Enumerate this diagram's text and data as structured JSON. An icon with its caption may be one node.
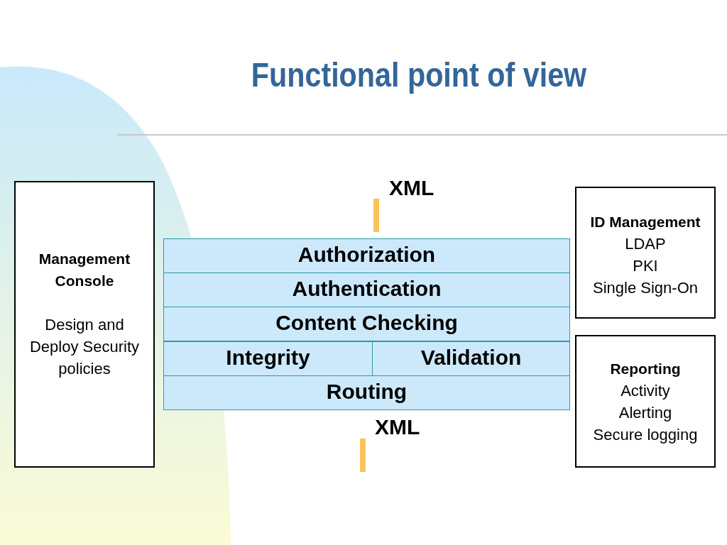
{
  "diagram": {
    "title": "Functional point of view",
    "nodes": [
      {
        "text": [
          "Management Console",
          "Design and Deploy Security policies"
        ]
      },
      {
        "text": [
          "Authorization"
        ]
      },
      {
        "text": [
          "Authentication"
        ]
      },
      {
        "text": [
          "Content Checking"
        ]
      },
      {
        "text": [
          "Integrity"
        ]
      },
      {
        "text": [
          "Validation"
        ]
      },
      {
        "text": [
          "Routing"
        ]
      },
      {
        "text": [
          "ID Management",
          "LDAP",
          "PKI",
          "Single Sign-On"
        ]
      },
      {
        "text": [
          "Reporting",
          "Activity",
          "Alerting",
          "Secure logging"
        ]
      }
    ],
    "labels": [
      "XML",
      "XML"
    ]
  }
}
